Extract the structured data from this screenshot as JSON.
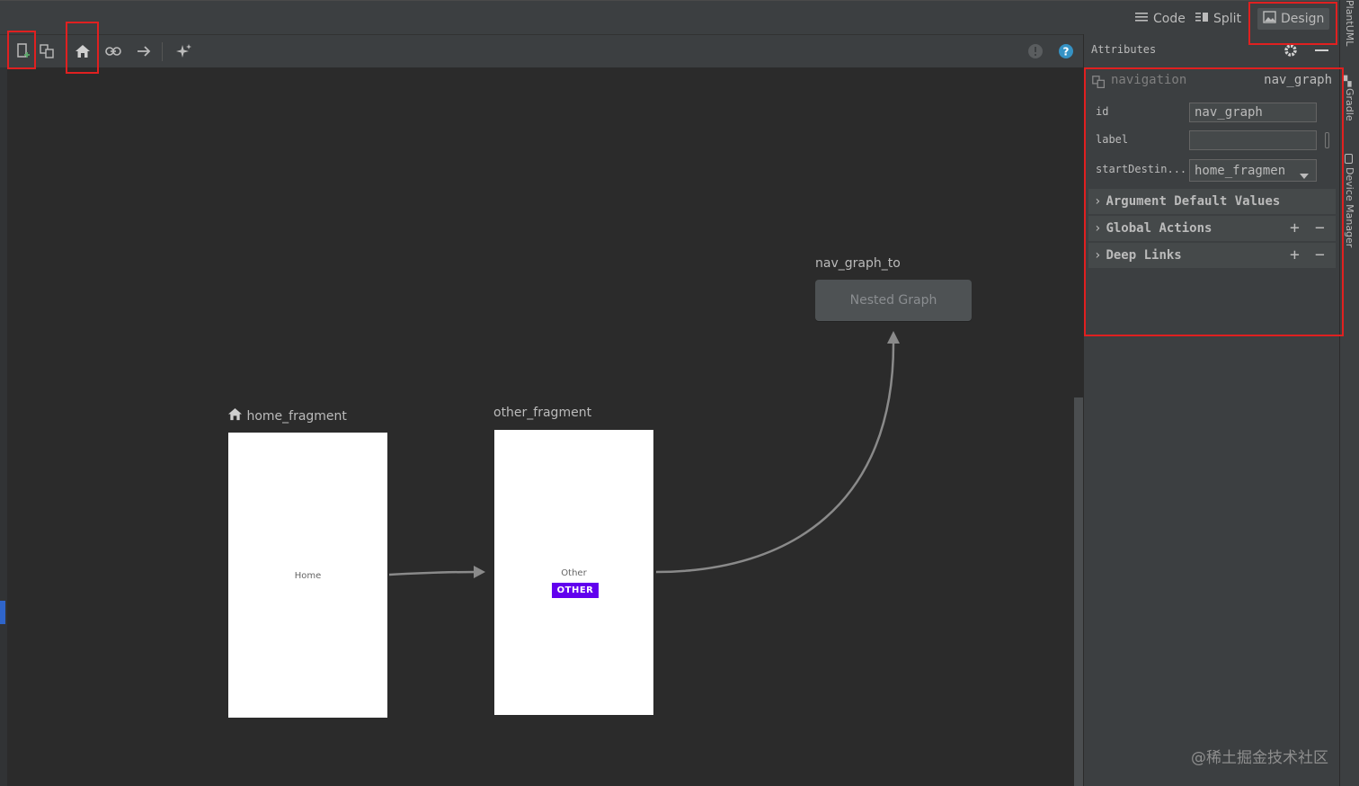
{
  "view_modes": [
    {
      "label": "Code",
      "icon": "code-lines-icon",
      "active": false
    },
    {
      "label": "Split",
      "icon": "split-view-icon",
      "active": false
    },
    {
      "label": "Design",
      "icon": "design-image-icon",
      "active": true
    }
  ],
  "toolbar": {
    "icons": [
      "new-destination-icon",
      "nested-graph-icon",
      "home-icon",
      "deep-link-icon",
      "action-arrow-icon",
      "auto-arrange-icon"
    ],
    "right_icons": [
      "info-icon",
      "help-icon"
    ]
  },
  "canvas": {
    "home_fragment": {
      "title": "home_fragment",
      "content": "Home",
      "is_start": true
    },
    "other_fragment": {
      "title": "other_fragment",
      "content": "Other",
      "button": "OTHER"
    },
    "nested": {
      "title": "nav_graph_to",
      "label": "Nested Graph"
    }
  },
  "attributes": {
    "panel_title": "Attributes",
    "type": "navigation",
    "name": "nav_graph",
    "fields": [
      {
        "label": "id",
        "value": "nav_graph"
      },
      {
        "label": "label",
        "value": ""
      },
      {
        "label": "startDestin...",
        "value": "home_fragmen"
      }
    ],
    "sections": [
      {
        "label": "Argument Default Values",
        "has_controls": false
      },
      {
        "label": "Global Actions",
        "has_controls": true
      },
      {
        "label": "Deep Links",
        "has_controls": true
      }
    ]
  },
  "side_tabs": [
    "PlantUML",
    "Gradle",
    "Device Manager"
  ],
  "watermark": "@稀土掘金技术社区",
  "colors": {
    "accent_button": "#6200ee",
    "highlight_box": "#e02020",
    "help_blue": "#3592c4"
  }
}
